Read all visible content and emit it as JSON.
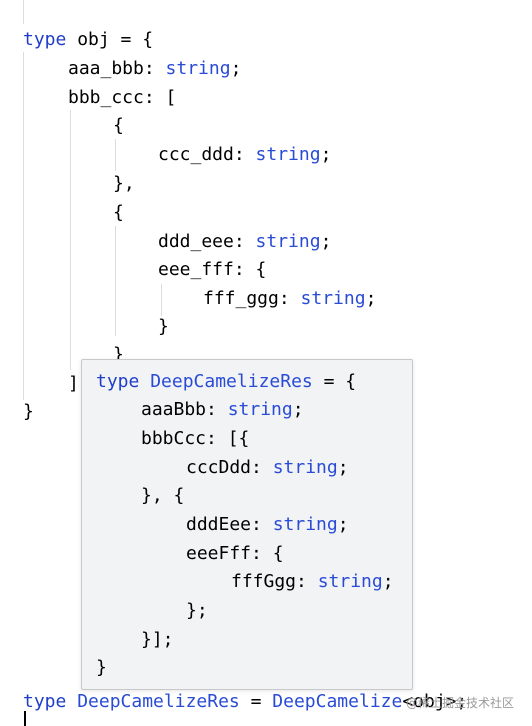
{
  "code": {
    "line1": {
      "kw": "type",
      "rest": " obj = {"
    },
    "line2": {
      "name": "aaa_bbb: ",
      "type": "string",
      "end": ";"
    },
    "line3": {
      "text": "bbb_ccc: ["
    },
    "line4": {
      "text": "{"
    },
    "line5": {
      "name": "ccc_ddd: ",
      "type": "string",
      "end": ";"
    },
    "line6": {
      "text": "},"
    },
    "line7": {
      "text": "{"
    },
    "line8": {
      "name": "ddd_eee: ",
      "type": "string",
      "end": ";"
    },
    "line9": {
      "text": "eee_fff: {"
    },
    "line10": {
      "name": "fff_ggg: ",
      "type": "string",
      "end": ";"
    },
    "line11": {
      "text": "}"
    },
    "line12": {
      "text": "}"
    },
    "line13": {
      "text": "]"
    },
    "line14": {
      "text": "}"
    },
    "bottom": {
      "kw": "type",
      "name": "DeepCamelizeRes",
      "eq": " = ",
      "fn": "DeepCamelize",
      "arg": "<obj>;"
    }
  },
  "tooltip": {
    "l1": {
      "kw": "type",
      "name": "DeepCamelizeRes",
      "rest": " = {"
    },
    "l2": {
      "name": "aaaBbb: ",
      "type": "string",
      "end": ";"
    },
    "l3": {
      "text": "bbbCcc: [{"
    },
    "l4": {
      "name": "cccDdd: ",
      "type": "string",
      "end": ";"
    },
    "l5": {
      "text": "}, {"
    },
    "l6": {
      "name": "dddEee: ",
      "type": "string",
      "end": ";"
    },
    "l7": {
      "text": "eeeFff: {"
    },
    "l8": {
      "name": "fffGgg: ",
      "type": "string",
      "end": ";"
    },
    "l9": {
      "text": "};"
    },
    "l10": {
      "text": "}];"
    },
    "l11": {
      "text": "}"
    }
  },
  "watermark": "@稀土掘金技术社区",
  "colors": {
    "keyword": "#1f3ec8",
    "type": "#2a4bd6",
    "tooltip_bg": "#f2f3f5"
  }
}
